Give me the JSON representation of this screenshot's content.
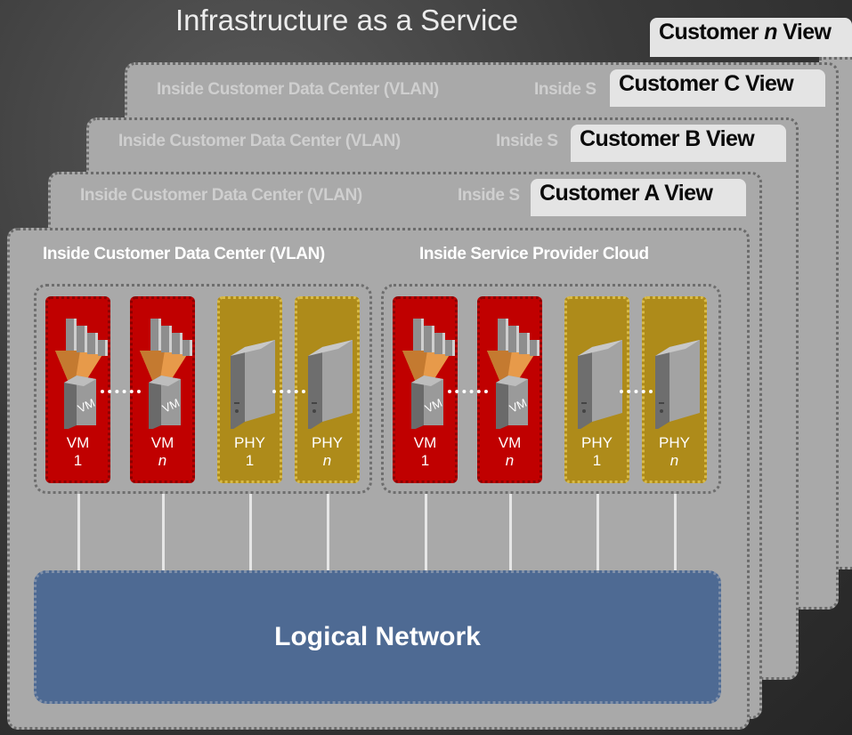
{
  "title": "Infrastructure as a Service",
  "views": {
    "customer_n": {
      "tab_prefix": "Customer ",
      "tab_var": "n",
      "tab_suffix": " View"
    },
    "customer_c": {
      "tab": "Customer C View",
      "dc_label": "Inside Customer Data Center (VLAN)",
      "sp_label": "Inside S"
    },
    "customer_b": {
      "tab": "Customer B View",
      "dc_label": "Inside Customer Data Center (VLAN)",
      "sp_label": "Inside S"
    },
    "customer_a": {
      "tab": "Customer A View",
      "dc_label": "Inside Customer Data Center (VLAN)",
      "sp_label": "Inside S"
    }
  },
  "front": {
    "dc_label": "Inside Customer Data Center (VLAN)",
    "sp_label": "Inside Service Provider Cloud",
    "dc_nodes": [
      {
        "type": "VM",
        "index": "1"
      },
      {
        "type": "VM",
        "index": "n"
      },
      {
        "type": "PHY",
        "index": "1"
      },
      {
        "type": "PHY",
        "index": "n"
      }
    ],
    "sp_nodes": [
      {
        "type": "VM",
        "index": "1"
      },
      {
        "type": "VM",
        "index": "n"
      },
      {
        "type": "PHY",
        "index": "1"
      },
      {
        "type": "PHY",
        "index": "n"
      }
    ],
    "vm_icon_text": "VM",
    "logical_network": "Logical Network"
  },
  "colors": {
    "vm_red": "#c00000",
    "phy_gold": "#ae8b1a",
    "network_blue": "#4e6a93",
    "panel_gray": "#a9a9a9",
    "tab_bg": "#e4e4e4"
  },
  "icons": {
    "vm": "virtual-machine-icon",
    "phy": "physical-server-icon"
  }
}
